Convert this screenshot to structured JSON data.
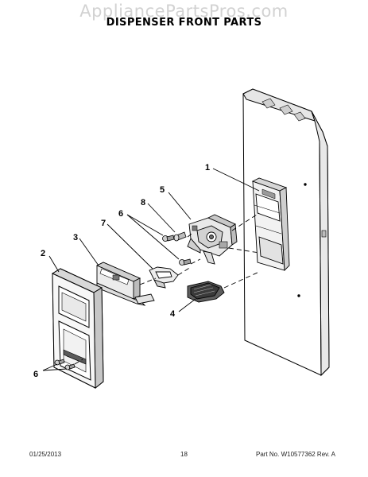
{
  "watermark": "AppliancePartsPros.com",
  "title": "DISPENSER FRONT PARTS",
  "callouts": {
    "c1": "1",
    "c2": "2",
    "c3": "3",
    "c4": "4",
    "c5": "5",
    "c6a": "6",
    "c6b": "6",
    "c7": "7",
    "c8": "8"
  },
  "footer": {
    "date": "01/25/2013",
    "page": "18",
    "part": "Part No.  W10577362  Rev.  A"
  },
  "colors": {
    "line": "#000000",
    "shade": "#d9d9d9",
    "dark_shade": "#555555",
    "watermark": "#d2d2d2"
  }
}
